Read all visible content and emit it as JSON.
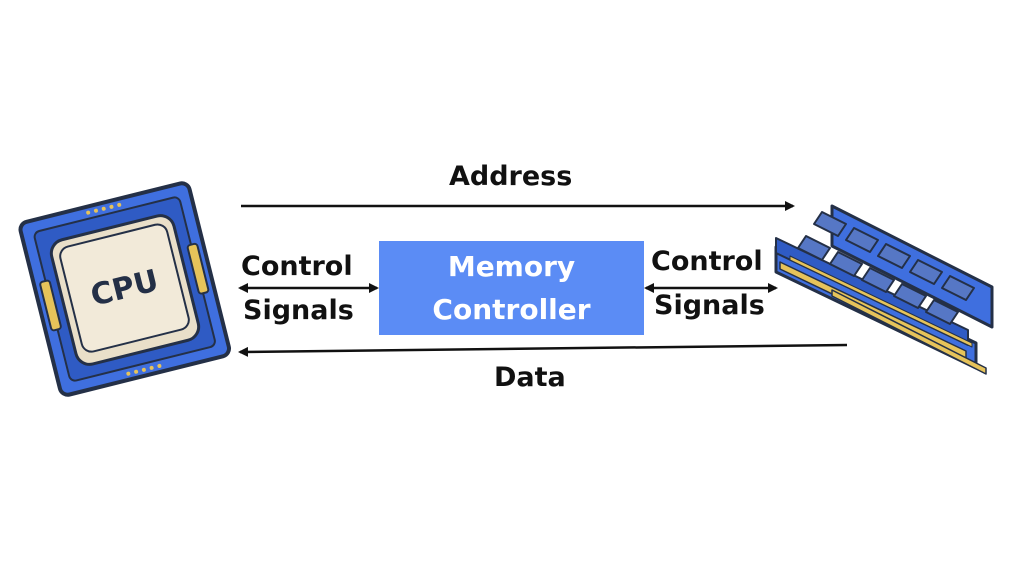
{
  "labels": {
    "address": "Address",
    "data": "Data",
    "control_left_1": "Control",
    "control_left_2": "Signals",
    "control_right_1": "Control",
    "control_right_2": "Signals"
  },
  "controller": {
    "line1": "Memory",
    "line2": "Controller"
  },
  "cpu": {
    "label": "CPU"
  },
  "colors": {
    "chip_blue": "#3f6fdf",
    "controller_fill": "#5b8cf5",
    "cpu_die": "#f2ead9",
    "ram_chip": "#5677c5",
    "ram_pins": "#e6c35a",
    "outline": "#243047",
    "arrow": "#111111"
  },
  "icons": {
    "processor": "cpu-chip-icon",
    "memory": "ram-module-icon"
  }
}
